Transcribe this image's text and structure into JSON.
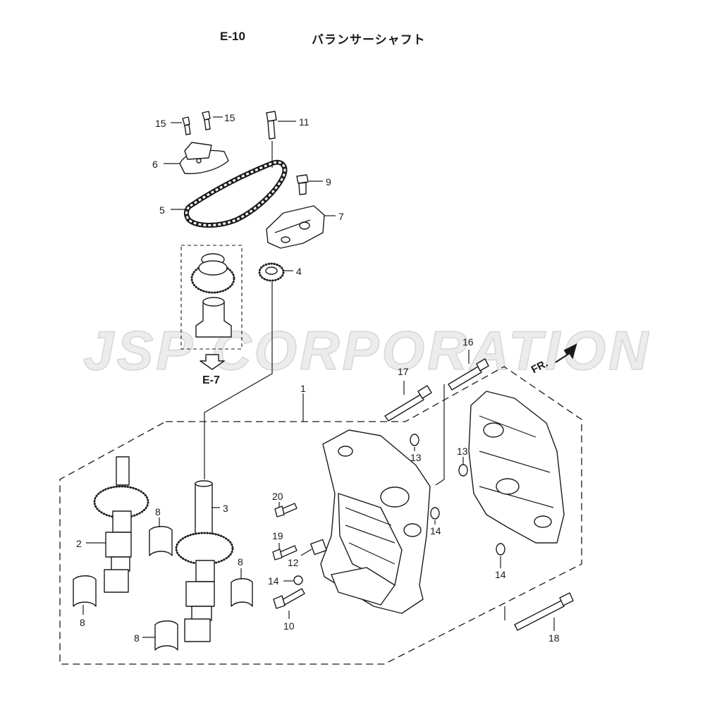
{
  "header": {
    "code": "E-10",
    "title": "バランサーシャフト"
  },
  "watermark": "JSP CORPORATION",
  "reference": {
    "label": "E-7"
  },
  "direction": {
    "label": "FR."
  },
  "callouts": {
    "c1": "1",
    "c2": "2",
    "c3": "3",
    "c4": "4",
    "c5": "5",
    "c6": "6",
    "c7": "7",
    "c8a": "8",
    "c8b": "8",
    "c8c": "8",
    "c8d": "8",
    "c9": "9",
    "c10": "10",
    "c11": "11",
    "c12": "12",
    "c13a": "13",
    "c13b": "13",
    "c14a": "14",
    "c14b": "14",
    "c14c": "14",
    "c15a": "15",
    "c15b": "15",
    "c16": "16",
    "c17": "17",
    "c18": "18",
    "c19": "19",
    "c20": "20"
  }
}
